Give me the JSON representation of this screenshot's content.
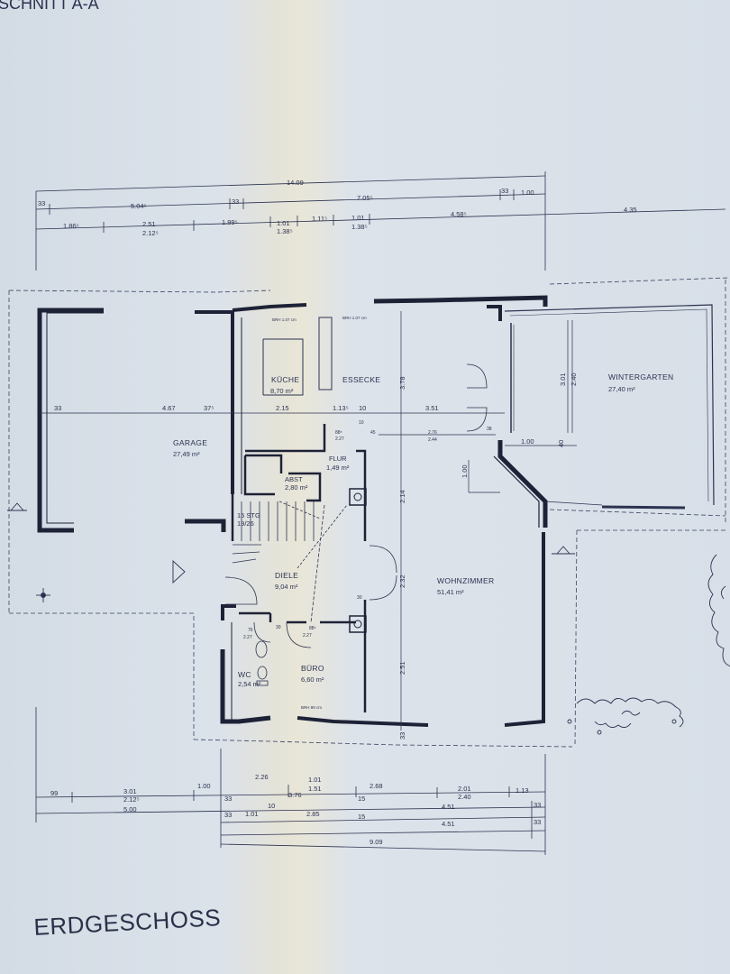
{
  "section_heading": "SCHNITT A-A",
  "floor_title": "ERDGESCHOSS",
  "rooms": {
    "kueche": {
      "name": "KÜCHE",
      "area": "8,70 m²"
    },
    "essecke": {
      "name": "ESSECKE"
    },
    "garage": {
      "name": "GARAGE",
      "area": "27,49 m²"
    },
    "wintergarten": {
      "name": "WINTERGARTEN",
      "area": "27,40 m²"
    },
    "abst": {
      "name": "ABST",
      "area": "2,80 m²"
    },
    "flur": {
      "name": "FLUR",
      "area": "1,49 m²"
    },
    "stg": {
      "name": "15 STG",
      "detail": "19/26"
    },
    "diele": {
      "name": "DIELE",
      "area": "9,04 m²"
    },
    "wohnzimmer": {
      "name": "WOHNZIMMER",
      "area": "51,41 m²"
    },
    "buero": {
      "name": "BÜRO",
      "area": "6,60 m²"
    },
    "wc": {
      "name": "WC",
      "area": "2,54 m²"
    }
  },
  "top_dims": {
    "overall": "14.09",
    "row1": [
      "33",
      "5.04⁵",
      "33",
      "7.05⁵",
      "33",
      "1.00"
    ],
    "row2": [
      "1.86⁵",
      "2.51",
      "1.99⁵",
      "1.01",
      "1.11⁵",
      "1.01",
      "4.58⁵",
      "4.35"
    ],
    "row2_sub": [
      "2.12⁵",
      "1.38⁵",
      "1.38⁵"
    ]
  },
  "bottom_dims": {
    "row1": [
      "99",
      "3.01",
      "1.00",
      "2.26",
      "1.01",
      "2.68",
      "2.01",
      "1.13"
    ],
    "row1_sub": [
      "2.12⁵",
      "1.51",
      "2.40"
    ],
    "row2": [
      "5.00",
      "33",
      "3.76",
      "15",
      "4.51",
      "33"
    ],
    "row3": [
      "33",
      "1.01",
      "10",
      "2.85",
      "15",
      "4.51",
      "33"
    ],
    "overall": "9.09"
  },
  "interior_dims": {
    "garage_row": [
      "33",
      "4.67",
      "37⁵",
      "2.15",
      "1.13⁵",
      "10",
      "3.51"
    ],
    "wohn_vertical": [
      "3.78",
      "2.14",
      "2.32",
      "2.51",
      "33"
    ],
    "winter": [
      "3.01",
      "2.40",
      "1.00",
      "40",
      "1.00"
    ],
    "flur_small": [
      "88⁵",
      "2.27",
      "2.76",
      "2.44",
      "45",
      "10",
      "38"
    ],
    "misc": [
      "76",
      "2.27",
      "88⁵",
      "2.27",
      "30",
      "30"
    ]
  },
  "window_notes": {
    "kueche": "BRH 1.07 cm",
    "essecke": "BRH 1.07 cm",
    "buero": "BRH 89 cm"
  }
}
